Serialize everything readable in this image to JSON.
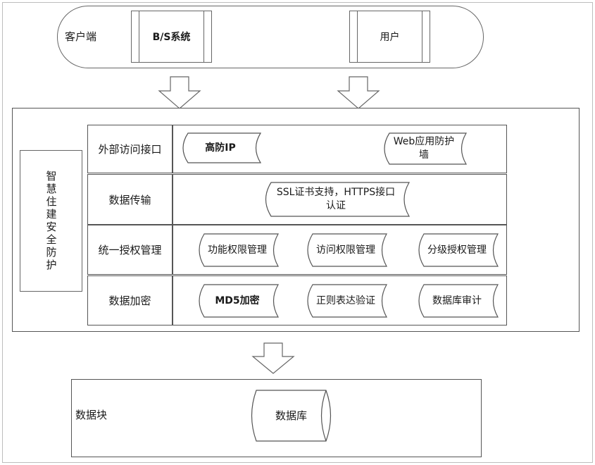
{
  "client": {
    "label": "客户端",
    "bs_system": "B/S系统",
    "user": "用户"
  },
  "side_label": "智慧住建安全防护",
  "rows": [
    {
      "label": "外部访问接口",
      "items": [
        "高防IP",
        "Web应用防护墙"
      ]
    },
    {
      "label": "数据传输",
      "items": [
        "SSL证书支持，HTTPS接口认证"
      ]
    },
    {
      "label": "统一授权管理",
      "items": [
        "功能权限管理",
        "访问权限管理",
        "分级授权管理"
      ]
    },
    {
      "label": "数据加密",
      "items": [
        "MD5加密",
        "正则表达验证",
        "数据库审计"
      ]
    }
  ],
  "data_block": {
    "label": "数据块",
    "database": "数据库"
  }
}
